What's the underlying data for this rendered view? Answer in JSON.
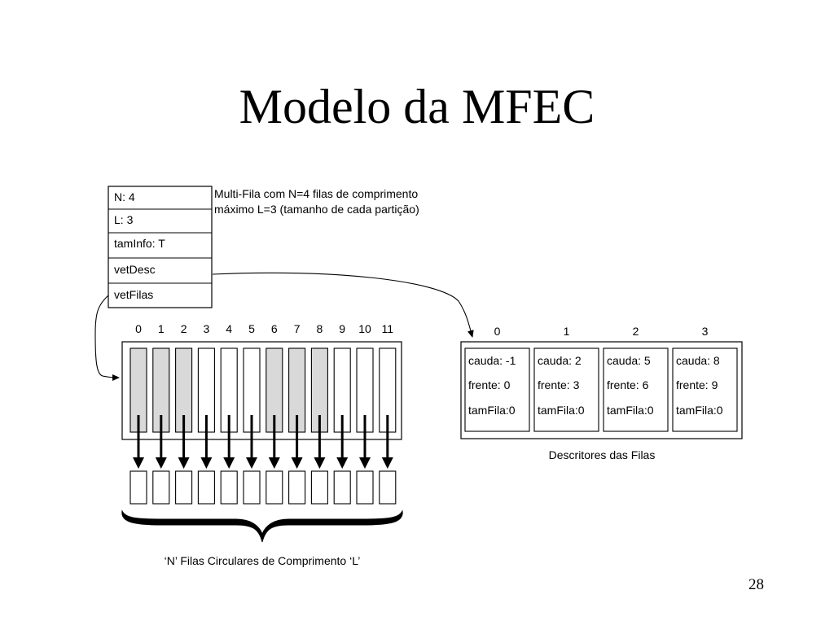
{
  "slide": {
    "title": "Modelo da MFEC",
    "page_number": "28"
  },
  "struct_fields": [
    "N: 4",
    "L: 3",
    "tamInfo: T",
    "vetDesc",
    "vetFilas"
  ],
  "struct_note": {
    "line1": "Multi-Fila com N=4 filas de comprimento",
    "line2": "máximo L=3 (tamanho de cada partição)"
  },
  "vetFilas": {
    "indices": [
      "0",
      "1",
      "2",
      "3",
      "4",
      "5",
      "6",
      "7",
      "8",
      "9",
      "10",
      "11"
    ],
    "shaded": [
      true,
      true,
      true,
      false,
      false,
      false,
      true,
      true,
      true,
      false,
      false,
      false
    ]
  },
  "brace_caption": "‘N’ Filas Circulares de Comprimento ‘L’",
  "descriptors": {
    "indices": [
      "0",
      "1",
      "2",
      "3"
    ],
    "items": [
      {
        "cauda": "cauda: -1",
        "frente": "frente: 0",
        "tamFila": "tamFila:0"
      },
      {
        "cauda": "cauda: 2",
        "frente": "frente: 3",
        "tamFila": "tamFila:0"
      },
      {
        "cauda": "cauda: 5",
        "frente": "frente: 6",
        "tamFila": "tamFila:0"
      },
      {
        "cauda": "cauda: 8",
        "frente": "frente: 9",
        "tamFila": "tamFila:0"
      }
    ],
    "caption": "Descritores das Filas"
  },
  "colors": {
    "shaded_slot": "#d9d9d9",
    "line": "#000000"
  }
}
